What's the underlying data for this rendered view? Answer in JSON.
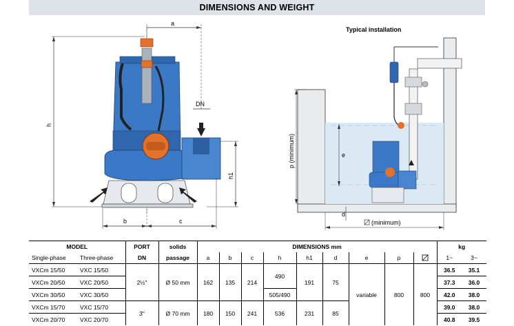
{
  "banner": {
    "title": "DIMENSIONS AND WEIGHT"
  },
  "installation": {
    "title": "Typical installation",
    "label_p": "p (minimum)",
    "label_e": "e",
    "label_d": "d",
    "label_min": "(minimum)"
  },
  "drawing": {
    "a": "a",
    "b": "b",
    "c": "c",
    "h": "h",
    "h1": "h1",
    "dn": "DN"
  },
  "table": {
    "model": "MODEL",
    "single_phase": "Single-phase",
    "three_phase": "Three-phase",
    "port": "PORT",
    "dn": "DN",
    "solids": "solids",
    "passage": "passage",
    "dimensions": "DIMENSIONS mm",
    "kg": "kg",
    "cols": {
      "a": "a",
      "b": "b",
      "c": "c",
      "h": "h",
      "h1": "h1",
      "d": "d",
      "e": "e",
      "p": "p"
    },
    "w1": "1~",
    "w3": "3~",
    "rows": [
      {
        "single": "VXCm 15/50",
        "three": "VXC 15/50",
        "kg1": "36.5",
        "kg3": "35.1"
      },
      {
        "single": "VXCm 20/50",
        "three": "VXC 20/50",
        "kg1": "37.3",
        "kg3": "36.0"
      },
      {
        "single": "VXCm 30/50",
        "three": "VXC 30/50",
        "kg1": "42.0",
        "kg3": "38.0"
      },
      {
        "single": "VXCm 15/70",
        "three": "VXC 15/70",
        "kg1": "39.0",
        "kg3": "38.0"
      },
      {
        "single": "VXCm 20/70",
        "three": "VXC 20/70",
        "kg1": "40.8",
        "kg3": "39.5"
      }
    ],
    "group1": {
      "port": "2½\"",
      "solids": "Ø 50 mm",
      "a": "162",
      "b": "135",
      "c": "214",
      "h1": "191",
      "d": "75"
    },
    "group2": {
      "port": "3\"",
      "solids": "Ø 70 mm",
      "a": "180",
      "b": "150",
      "c": "241",
      "h1": "231",
      "d": "85"
    },
    "h_490": "490",
    "h_505": "505/490",
    "h_536": "536",
    "e": "variable",
    "p": "800",
    "min": "800"
  }
}
